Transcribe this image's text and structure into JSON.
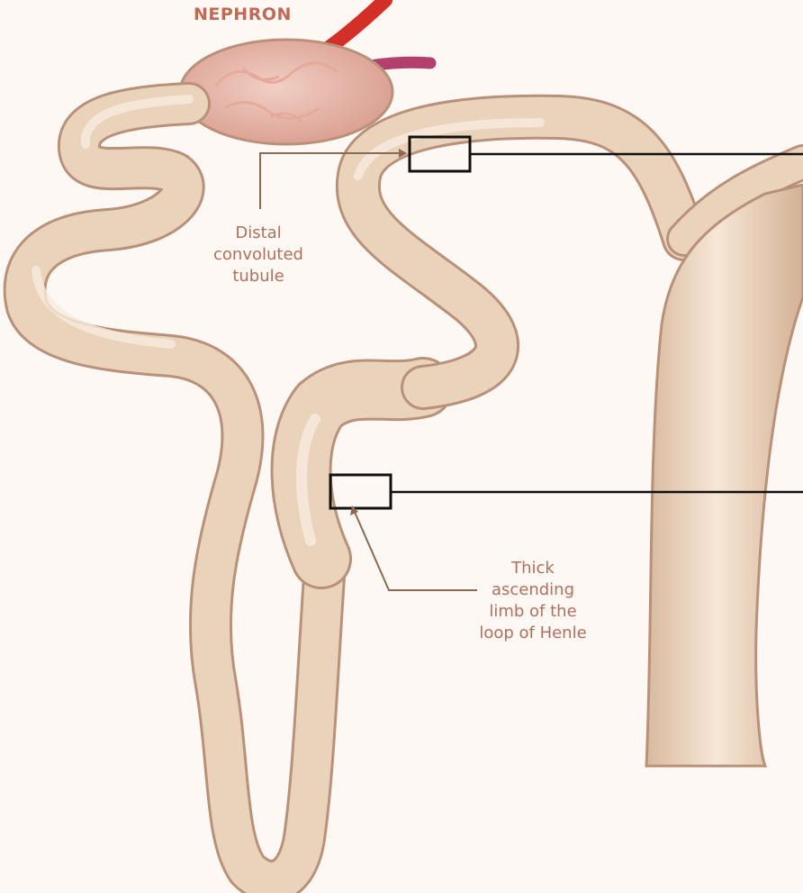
{
  "figure": {
    "title": "NEPHRON",
    "labels": {
      "distal": [
        "Distal",
        "convoluted",
        "tubule"
      ],
      "thick": [
        "Thick",
        "ascending",
        "limb of the",
        "loop of Henle"
      ]
    },
    "colors": {
      "background": "#fdf8f3",
      "tubule_fill": "#ead3bb",
      "tubule_outline": "#b9917a",
      "glomerulus": "#e9b9ad",
      "artery": "#d42f26",
      "vein": "#b3406c",
      "label_text": "#b0705e",
      "title_text": "#c06a56",
      "pointer_line": "#8a6a55",
      "callout_box": "#111111"
    }
  }
}
